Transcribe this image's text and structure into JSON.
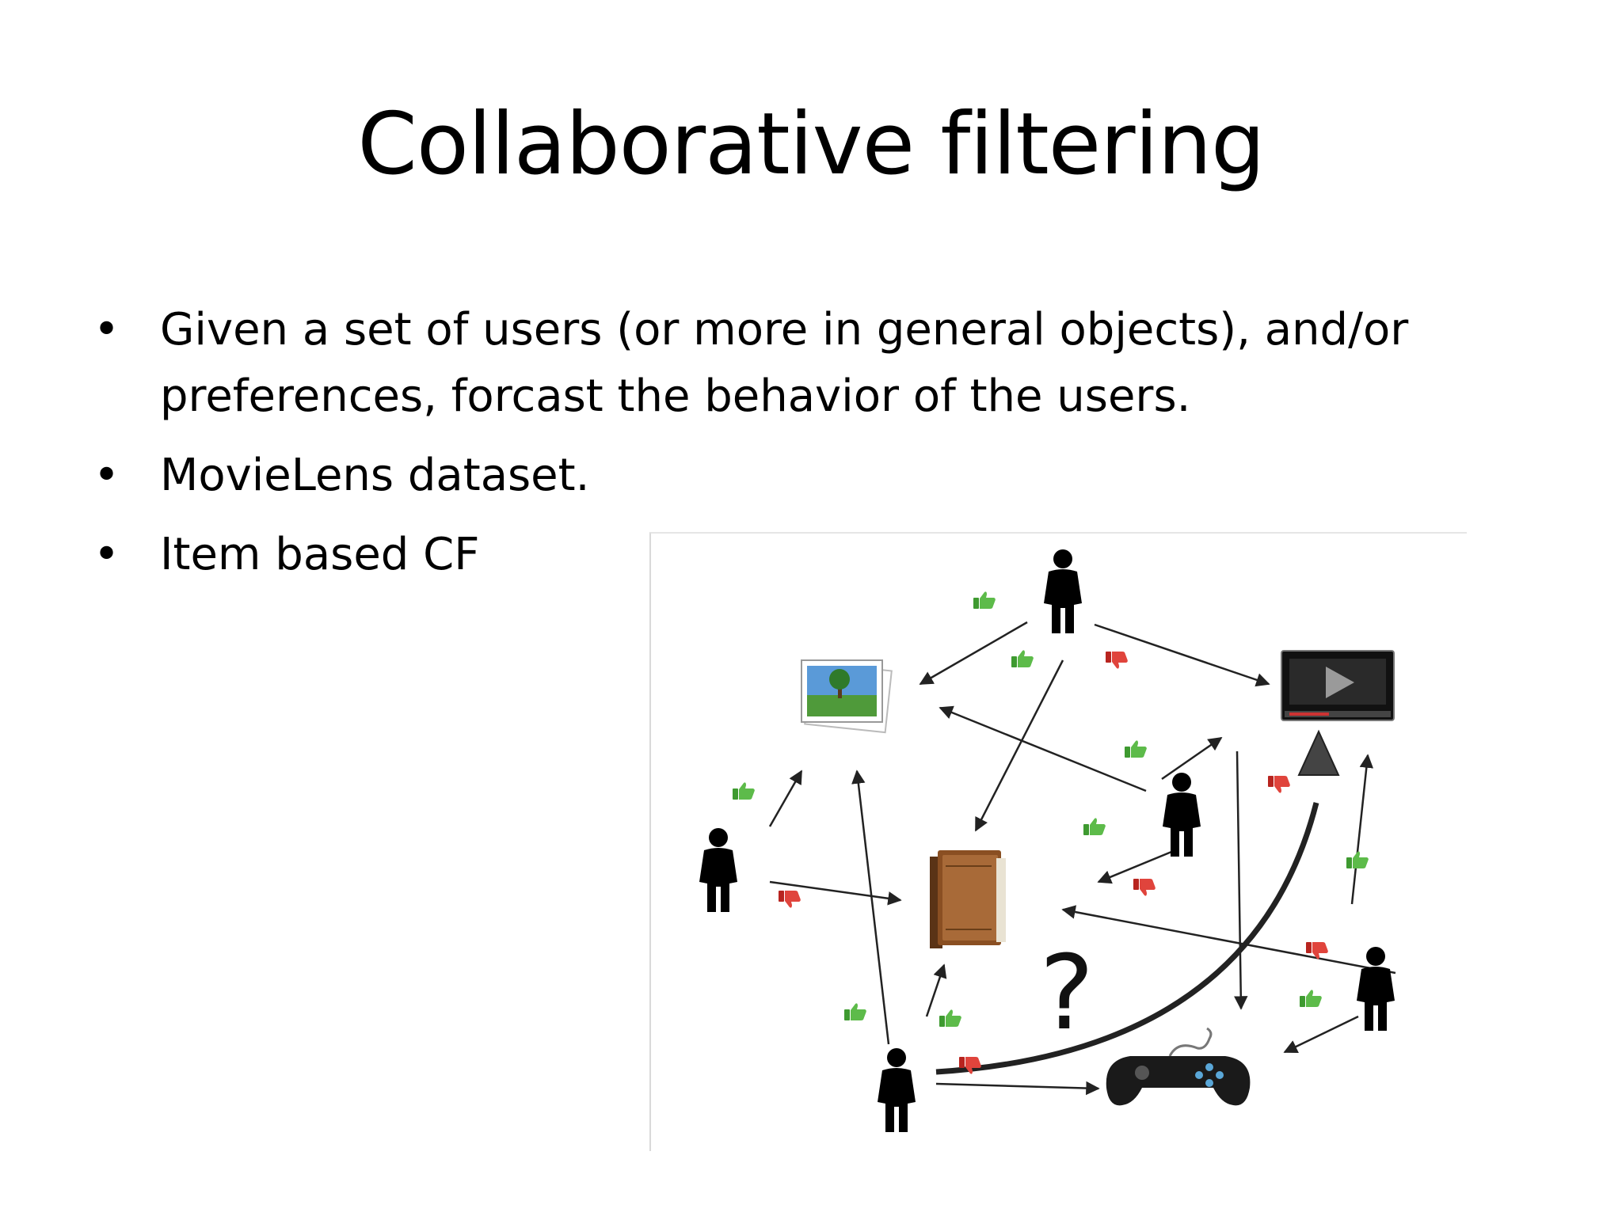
{
  "slide": {
    "title": "Collaborative filtering",
    "bullets": [
      "Given a set of users (or more in general objects), and/or preferences, forcast the behavior of the users.",
      "MovieLens dataset.",
      "Item based CF"
    ]
  },
  "diagram": {
    "question_mark": "?",
    "icons": {
      "user": "person-silhouette-icon",
      "like": "thumbs-up-icon",
      "dislike": "thumbs-down-icon",
      "photo": "photo-icon",
      "video": "video-player-icon",
      "book": "book-icon",
      "gamepad": "gamepad-icon"
    },
    "colors": {
      "like": "#4aa83a",
      "dislike": "#d9302a",
      "arrow": "#222222",
      "silhouette": "#000000"
    }
  }
}
